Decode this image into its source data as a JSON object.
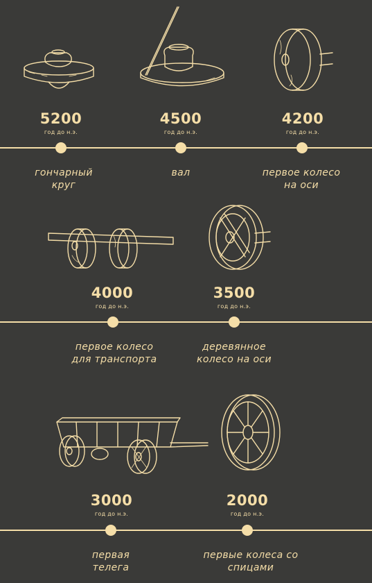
{
  "colors": {
    "background": "#3a3a38",
    "accent": "#f5dea8"
  },
  "era_label": "год до н.э.",
  "milestones": [
    {
      "year": "5200",
      "era": "год до н.э.",
      "caption_line1": "гончарный",
      "caption_line2": "круг",
      "icon": "potters-wheel-icon"
    },
    {
      "year": "4500",
      "era": "год до н.э.",
      "caption_line1": "вал",
      "caption_line2": "",
      "icon": "axle-wheel-icon"
    },
    {
      "year": "4200",
      "era": "год до н.э.",
      "caption_line1": "первое колесо",
      "caption_line2": "на оси",
      "icon": "disc-wheel-on-axle-icon"
    },
    {
      "year": "4000",
      "era": "год до н.э.",
      "caption_line1": "первое колесо",
      "caption_line2": "для транспорта",
      "icon": "transport-axle-icon"
    },
    {
      "year": "3500",
      "era": "год до н.э.",
      "caption_line1": "деревянное",
      "caption_line2": "колесо на оси",
      "icon": "wooden-wheel-icon"
    },
    {
      "year": "3000",
      "era": "год до н.э.",
      "caption_line1": "первая",
      "caption_line2": "телега",
      "icon": "cart-icon"
    },
    {
      "year": "2000",
      "era": "год до н.э.",
      "caption_line1": "первые колеса со",
      "caption_line2": "спицами",
      "icon": "spoked-wheel-icon"
    }
  ]
}
